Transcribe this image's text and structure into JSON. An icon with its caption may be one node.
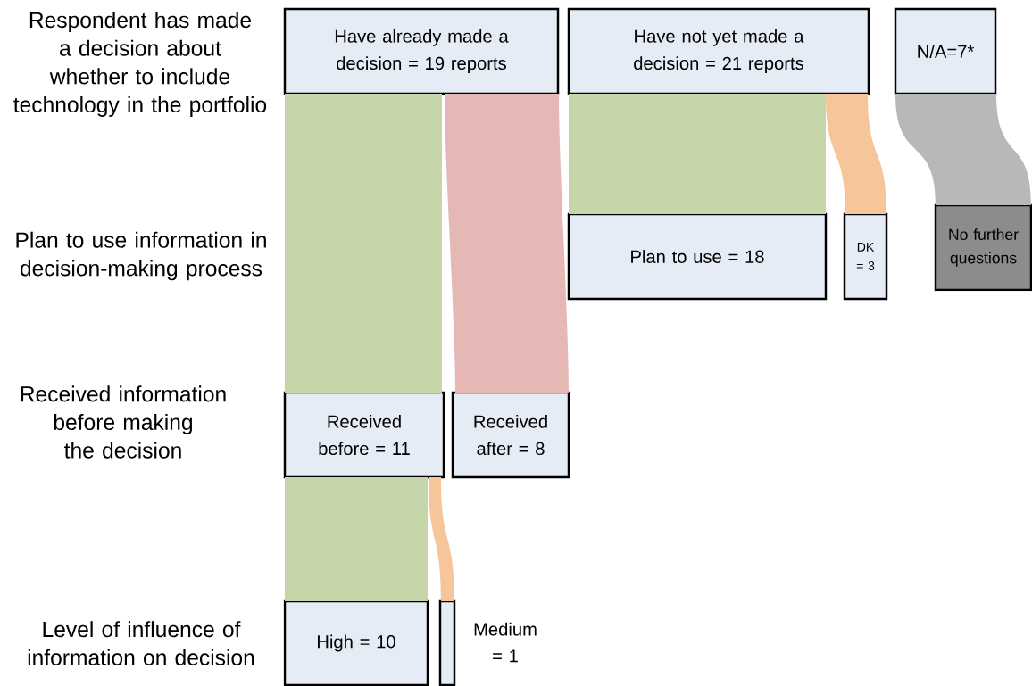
{
  "diagram": {
    "nodes": [
      {
        "text": [
          "Have already made a decision = 19 reports"
        ]
      },
      {
        "text": [
          "Have not yet made a decision = 21 reports"
        ]
      },
      {
        "text": [
          "N/A=7*"
        ]
      },
      {
        "text": [
          "Plan to use = 18"
        ]
      },
      {
        "text": [
          "DK = 3"
        ]
      },
      {
        "text": [
          "No further questions"
        ]
      },
      {
        "text": [
          "Received before = 11"
        ]
      },
      {
        "text": [
          "Received after = 8"
        ]
      },
      {
        "text": [
          "High = 10"
        ]
      },
      {
        "text": [],
        "shape": "bar",
        "beside": [
          "Medium = 1"
        ]
      }
    ],
    "edges": [
      {
        "from": 0,
        "to": 6,
        "arrow": "none",
        "color": "#c6d6aa"
      },
      {
        "from": 0,
        "to": 7,
        "arrow": "none",
        "color": "#e6b8b5"
      },
      {
        "from": 1,
        "to": 3,
        "arrow": "none",
        "color": "#c6d6aa"
      },
      {
        "from": 1,
        "to": 4,
        "arrow": "none",
        "color": "#f7c59a"
      },
      {
        "from": 2,
        "to": 5,
        "arrow": "none",
        "color": "#b8b8b8"
      },
      {
        "from": 6,
        "to": 8,
        "arrow": "none",
        "color": "#c6d6aa"
      },
      {
        "from": 6,
        "to": 9,
        "arrow": "none",
        "color": "#f7c59a"
      }
    ],
    "labels": [
      "Respondent has made a decision about whether to include technology in the portfolio",
      "Plan to use information in decision-making process",
      "Received information before making the decision",
      "Level of influence of information on decision"
    ]
  }
}
